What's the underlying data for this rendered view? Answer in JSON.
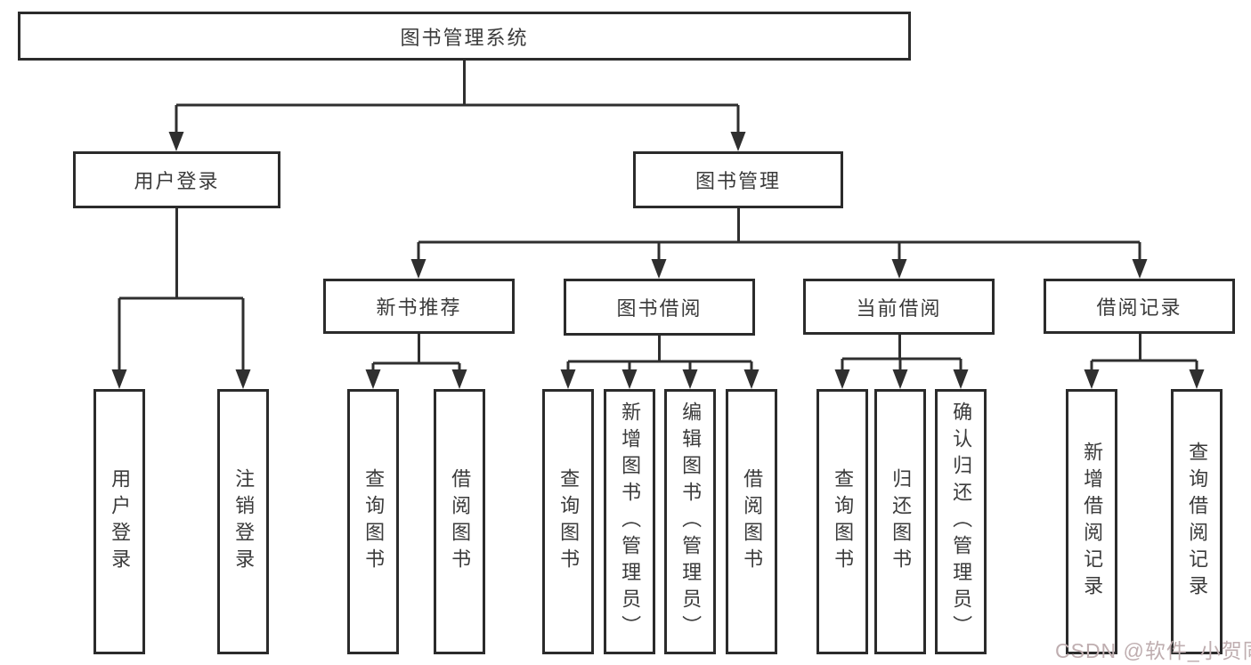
{
  "diagram": {
    "root": {
      "label": "图书管理系统"
    },
    "level2": {
      "user_login": {
        "label": "用户登录"
      },
      "book_mgmt": {
        "label": "图书管理"
      }
    },
    "level3": {
      "new_rec": {
        "label": "新书推荐"
      },
      "borrow": {
        "label": "图书借阅"
      },
      "current": {
        "label": "当前借阅"
      },
      "records": {
        "label": "借阅记录"
      }
    },
    "leaves": {
      "user_login": {
        "label": "用户登录"
      },
      "logout": {
        "label": "注销登录"
      },
      "query_books_rec": {
        "label": "查询图书"
      },
      "borrow_books_rec": {
        "label": "借阅图书"
      },
      "query_books_borrow": {
        "label": "查询图书"
      },
      "add_books_admin": {
        "label": "新增图书（管理员）"
      },
      "edit_books_admin": {
        "label": "编辑图书（管理员）"
      },
      "borrow_books": {
        "label": "借阅图书"
      },
      "query_books_current": {
        "label": "查询图书"
      },
      "return_books": {
        "label": "归还图书"
      },
      "confirm_return_admin": {
        "label": "确认归还（管理员）"
      },
      "add_borrow_record": {
        "label": "新增借阅记录"
      },
      "query_borrow_record": {
        "label": "查询借阅记录"
      }
    }
  },
  "watermark": {
    "text": "CSDN @软件_小贺同学"
  },
  "colors": {
    "line": "#2f2f2f",
    "box_border": "#2b2b2b",
    "text": "#3b3b3b",
    "watermark": "#bfaeb0",
    "background": "#ffffff"
  }
}
